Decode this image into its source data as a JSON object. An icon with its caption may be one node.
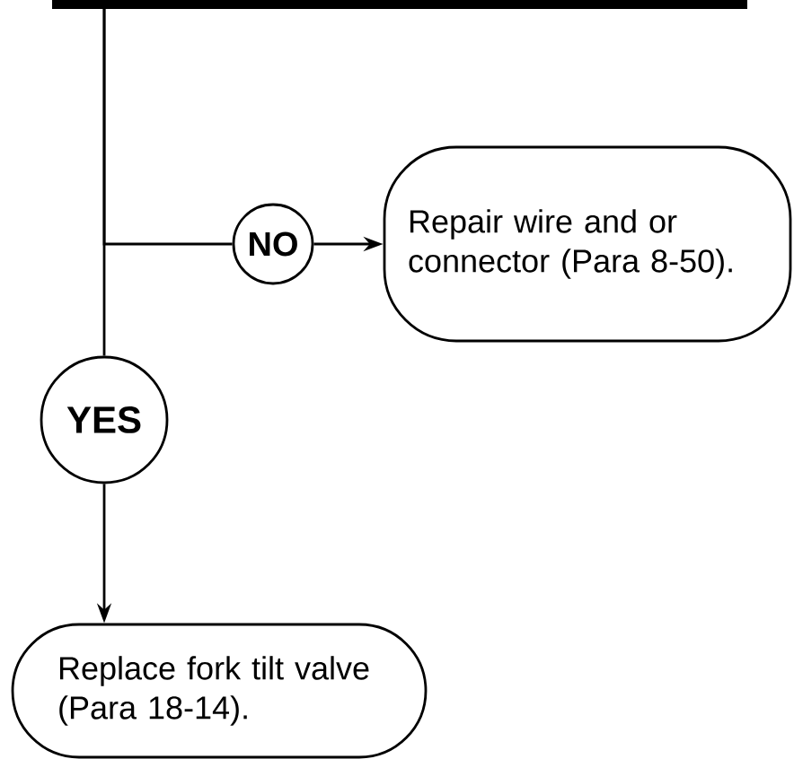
{
  "diagram": {
    "nodes": [
      {
        "text": [],
        "shape": "bar"
      },
      {
        "text": [
          "NO"
        ]
      },
      {
        "text": [
          "Repair wire and or connector (Para 8-50)."
        ]
      },
      {
        "text": [
          "YES"
        ]
      },
      {
        "text": [
          "Replace fork tilt valve (Para 18-14)."
        ]
      }
    ],
    "edges": [
      {
        "from": 0,
        "to": 1,
        "arrow": "none"
      },
      {
        "from": 1,
        "to": 2,
        "arrow": "to"
      },
      {
        "from": 0,
        "to": 3,
        "arrow": "none"
      },
      {
        "from": 3,
        "to": 4,
        "arrow": "to"
      }
    ]
  }
}
